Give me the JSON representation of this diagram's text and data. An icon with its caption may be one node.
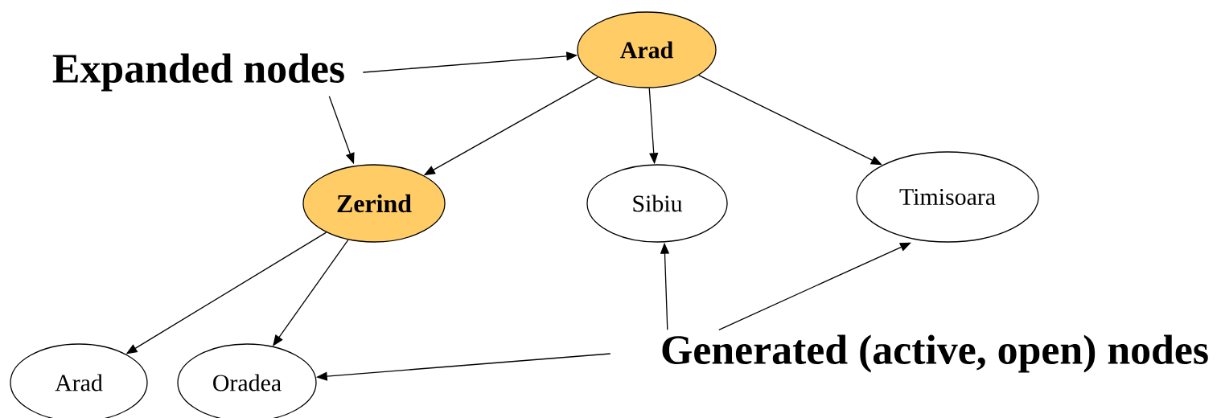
{
  "diagram": {
    "nodes": [
      {
        "text": [
          "Arad"
        ]
      },
      {
        "text": [
          "Zerind"
        ]
      },
      {
        "text": [
          "Sibiu"
        ]
      },
      {
        "text": [
          "Timisoara"
        ]
      },
      {
        "text": [
          "Arad"
        ]
      },
      {
        "text": [
          "Oradea"
        ]
      },
      {
        "text": [
          "Expanded nodes"
        ]
      },
      {
        "text": [
          "Generated (active, open) nodes"
        ]
      }
    ],
    "edges": [
      {
        "from": 0,
        "to": 1,
        "arrow": "to"
      },
      {
        "from": 0,
        "to": 2,
        "arrow": "to"
      },
      {
        "from": 0,
        "to": 3,
        "arrow": "to"
      },
      {
        "from": 1,
        "to": 4,
        "arrow": "to"
      },
      {
        "from": 1,
        "to": 5,
        "arrow": "to"
      },
      {
        "from": 6,
        "to": 0,
        "arrow": "to"
      },
      {
        "from": 6,
        "to": 1,
        "arrow": "to"
      },
      {
        "from": 7,
        "to": 5,
        "arrow": "to"
      },
      {
        "from": 7,
        "to": 2,
        "arrow": "to"
      },
      {
        "from": 7,
        "to": 3,
        "arrow": "to"
      }
    ]
  }
}
